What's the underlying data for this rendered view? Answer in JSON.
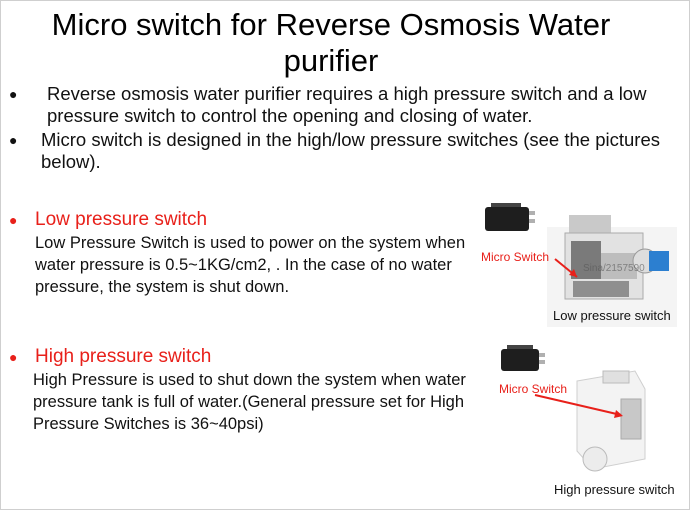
{
  "title": "Micro switch for Reverse Osmosis Water purifier",
  "bullets": [
    "Reverse osmosis water purifier requires a high pressure switch and a low pressure switch to control the opening and closing of water.",
    "Micro switch is designed in the high/low pressure switches (see the pictures below)."
  ],
  "low_section": {
    "heading": "Low pressure switch",
    "body": "Low Pressure Switch is used to power on the system when water pressure is 0.5~1KG/cm2, . In the case of no water pressure, the system is shut down.",
    "micro_label": "Micro Switch",
    "caption": "Low pressure  switch",
    "watermark": "Sina/2157590"
  },
  "high_section": {
    "heading": "High pressure switch",
    "body": "High Pressure is used to shut down the system when water pressure tank is full of water.(General pressure set for High Pressure Switches is  36~40psi)",
    "micro_label": "Micro Switch",
    "caption": "High pressure switch"
  },
  "colors": {
    "accent_red": "#e8201a",
    "text": "#111111"
  }
}
